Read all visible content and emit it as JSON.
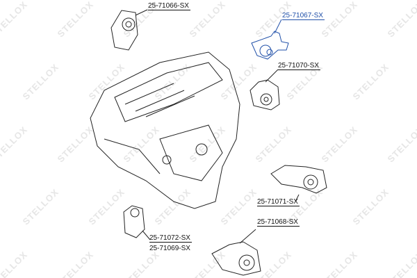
{
  "watermark": "STELLOX",
  "colors": {
    "selected": "#1f4fa8",
    "line": "#111111",
    "watermark": "#e6e6e6"
  },
  "parts": [
    {
      "id": "p66",
      "label": "25-71066-SX",
      "selected": false
    },
    {
      "id": "p67",
      "label": "25-71067-SX",
      "selected": true
    },
    {
      "id": "p70",
      "label": "25-71070-SX",
      "selected": false
    },
    {
      "id": "p71",
      "label": "25-71071-SX",
      "selected": false
    },
    {
      "id": "p68",
      "label": "25-71068-SX",
      "selected": false
    },
    {
      "id": "p72",
      "label": "25-71072-SX",
      "selected": false
    },
    {
      "id": "p69",
      "label": "25-71069-SX",
      "selected": false
    }
  ]
}
